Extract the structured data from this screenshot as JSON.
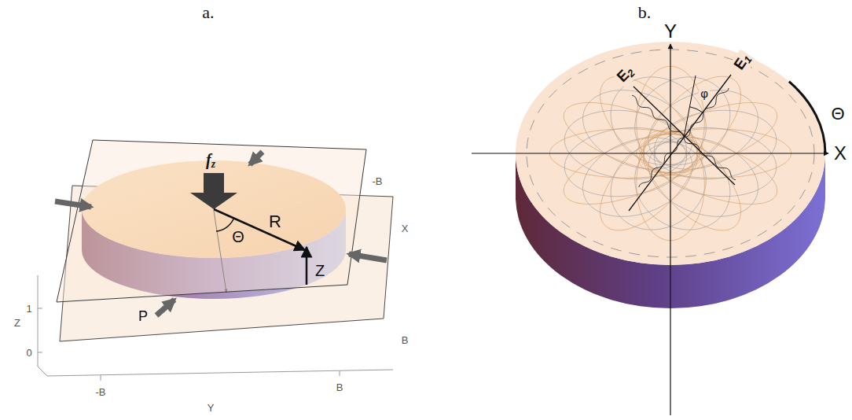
{
  "diagram": {
    "labels": [
      "a.",
      "f",
      "z",
      "Θ",
      "R",
      "Z",
      "P",
      "-B",
      "X",
      "B",
      "Z",
      "1",
      "0",
      "-B",
      "B",
      "Y",
      "b.",
      "Y",
      "X",
      "E",
      "2",
      "E",
      "1",
      "φ",
      "Θ"
    ]
  }
}
